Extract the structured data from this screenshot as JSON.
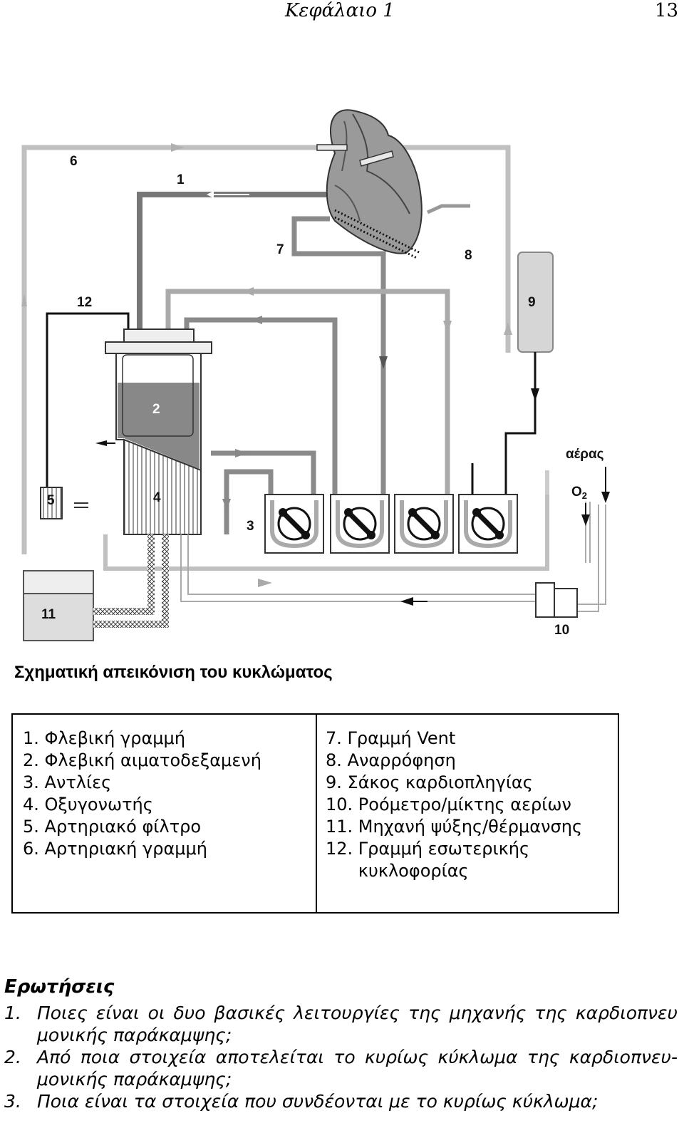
{
  "header": {
    "chapter": "Κεφάλαιο 1",
    "page_number": "13"
  },
  "diagram": {
    "labels": {
      "n1": "1",
      "n2": "2",
      "n3": "3",
      "n4": "4",
      "n5": "5",
      "n6": "6",
      "n7": "7",
      "n8": "8",
      "n9": "9",
      "n10": "10",
      "n11": "11",
      "n12": "12",
      "air": "αέρας",
      "o2": "O",
      "o2_sub": "2"
    },
    "colors": {
      "arterial_line": "#c0c0c0",
      "venous_line": "#808080",
      "dark_line": "#111111"
    }
  },
  "caption": "Σχηματική απεικόνιση του κυκλώματος",
  "legend": {
    "left": [
      {
        "num": "1. ",
        "text": "Φλεβική γραμμή"
      },
      {
        "num": "2. ",
        "text": "Φλεβική αιματοδεξαμενή"
      },
      {
        "num": "3. ",
        "text": "Αντλίες"
      },
      {
        "num": "4. ",
        "text": "Οξυγονωτής"
      },
      {
        "num": "5. ",
        "text": "Αρτηριακό φίλτρο"
      },
      {
        "num": "6. ",
        "text": "Αρτηριακή γραμμή"
      }
    ],
    "right": [
      {
        "num": "7. ",
        "text": "Γραμμή Vent"
      },
      {
        "num": "8. ",
        "text": "Αναρρόφηση"
      },
      {
        "num": "9. ",
        "text": "Σάκος καρδιοπληγίας"
      },
      {
        "num": "10. ",
        "text": "Ροόμετρο/μίκτης αερίων"
      },
      {
        "num": "11. ",
        "text": "Μηχανή ψύξης/θέρμανσης"
      },
      {
        "num": "12. ",
        "text": "Γραμμή εσωτερικής κυκλοφορίας"
      }
    ]
  },
  "questions": {
    "heading": "Ερωτήσεις",
    "items": [
      {
        "num": "1.",
        "text": "Ποιες είναι οι δυο βασικές λειτουργίες της μηχανής της καρδιοπνευ μονικής παράκαμψης;"
      },
      {
        "num": "2.",
        "text": "Από ποια στοιχεία αποτελείται το κυρίως κύκλωμα της καρδιοπνευ-μονικής παράκαμψης;"
      },
      {
        "num": "3.",
        "text": "Ποια είναι τα στοιχεία που συνδέονται με το κυρίως κύκλωμα;"
      }
    ]
  }
}
